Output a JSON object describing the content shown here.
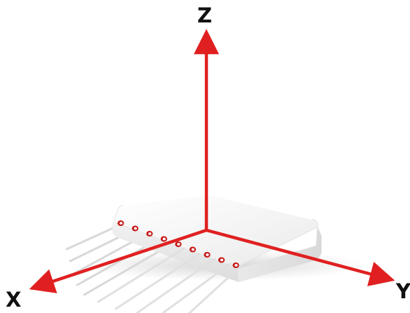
{
  "diagram": {
    "axes": {
      "z": {
        "label": "Z"
      },
      "x": {
        "label": "X"
      },
      "y": {
        "label": "Y"
      }
    },
    "device": {
      "name": "white-box-with-cables",
      "port_count": 9
    },
    "colors": {
      "axis": "#e02020",
      "label": "#111111",
      "box_top": "#f4f4f4",
      "box_side": "#e6e6e6",
      "port_ring": "#c81818"
    }
  }
}
